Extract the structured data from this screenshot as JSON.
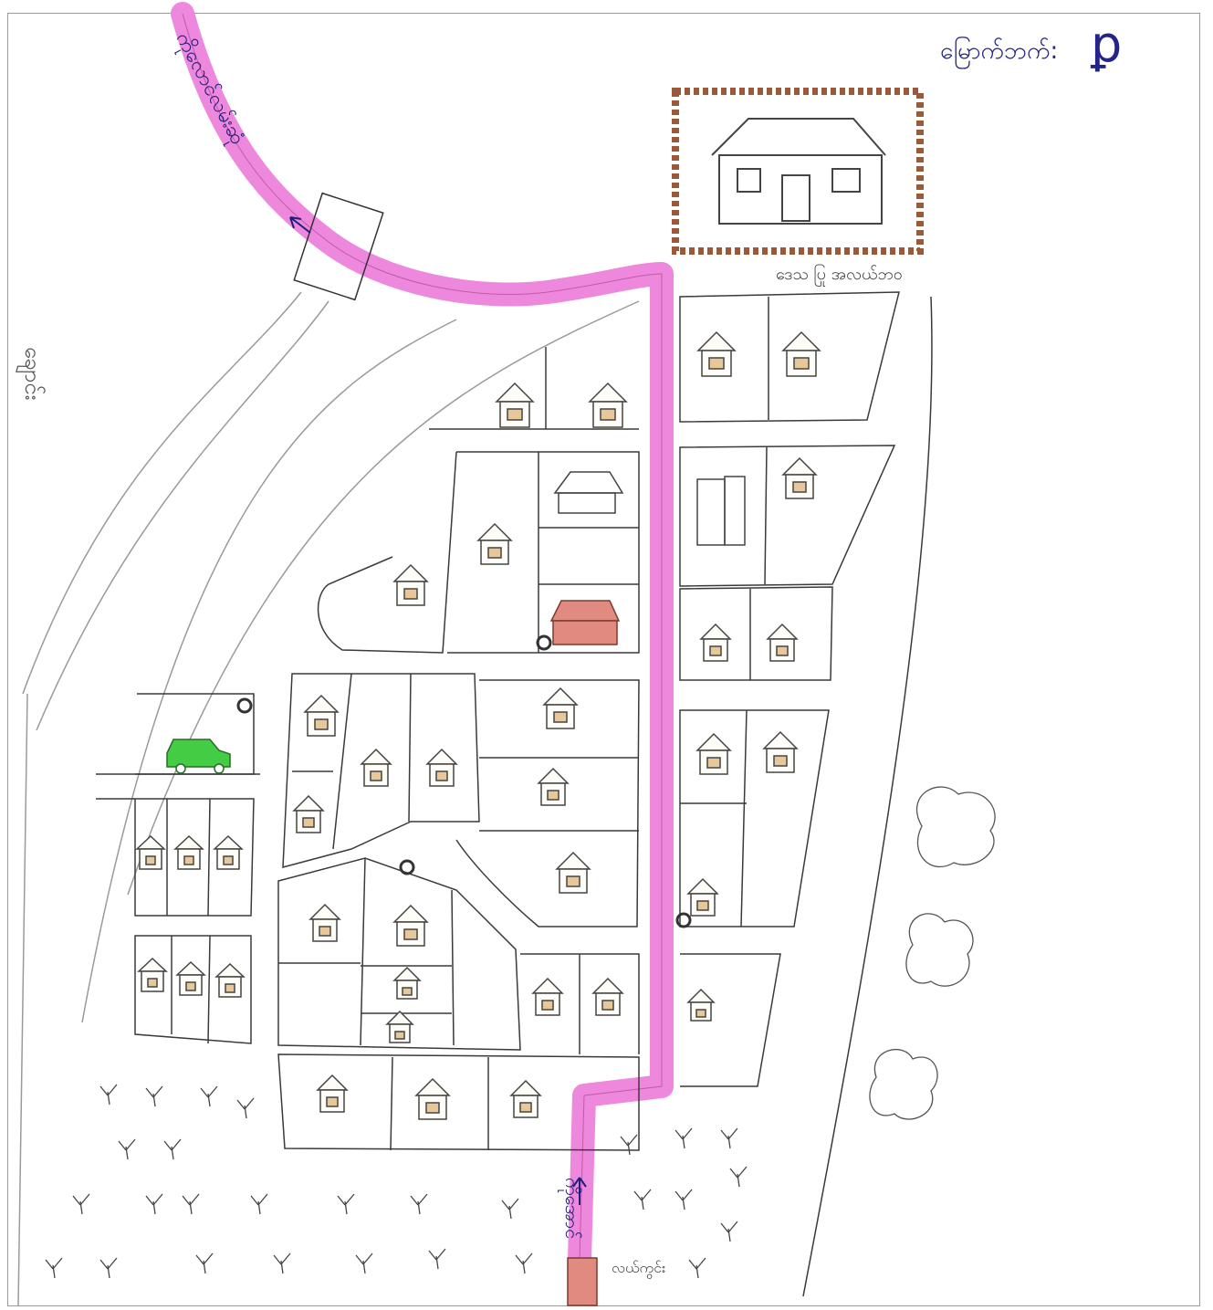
{
  "map": {
    "north_label": "မြောက်ဘက်:",
    "north_symbol": "ꝑ",
    "destination_top": "ကိုလောင်လမ်းဆုံ",
    "destination_bottom": "ကိုအောင်",
    "school_label": "ဒေသ ပြု အလယ်ဘဝ",
    "river_label": "ချောင်း",
    "farm_label": "လယ်ကွင်း",
    "colors": {
      "road_main": "#ee88dd",
      "line": "#3a3a3a",
      "school_border": "#9a5a3a",
      "community_building": "#e08a80",
      "house_fill": "#e8c898",
      "vehicle": "#44cc44",
      "label_ink": "#20207a"
    },
    "icons": [
      "house-icon",
      "school-icon",
      "vehicle-icon",
      "tree-icon",
      "plant-icon",
      "well-icon",
      "bridge-icon"
    ]
  }
}
